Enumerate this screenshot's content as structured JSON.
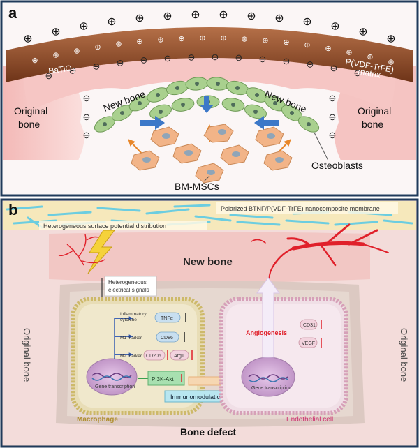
{
  "panel_a": {
    "label": "a",
    "batio3": "BaTiO",
    "batio3_sub": "3",
    "matrix_line1": "P(VDF-TrFE)",
    "matrix_line2": "matrix",
    "new_bone_left": "New bone",
    "new_bone_right": "New bone",
    "original_bone_left_1": "Original",
    "original_bone_left_2": "bone",
    "original_bone_right_1": "Original",
    "original_bone_right_2": "bone",
    "osteoblasts": "Osteoblasts",
    "bm_mscs": "BM-MSCs",
    "plus_symbol": "⊕",
    "minus_symbol": "⊖",
    "colors": {
      "membrane": "#8a4a26",
      "bone": "#f6c4c4",
      "cell": "#f2b488",
      "osteoblast": "#a9d08e",
      "arrow_blue": "#3c78c8",
      "arrow_orange": "#e8872a"
    }
  },
  "panel_b": {
    "label": "b",
    "membrane_title": "Polarized BTNF/P(VDF-TrFE) nanocomposite membrane",
    "surface_potential": "Heterogeneous surface potential distribution",
    "electrical_1": "Heterogeneous",
    "electrical_2": "electrical signals",
    "new_bone": "New bone",
    "original_bone_left": "Original bone",
    "original_bone_right": "Original bone",
    "inflammatory_1": "Inflammatory",
    "inflammatory_2": "cytokine",
    "tnfa": "TNFα",
    "m1_marker": "M1 marker",
    "cd86": "CD86",
    "m2_marker": "M2 marker",
    "cd206": "CD206",
    "arg1": "Arg1",
    "gene_transcription_left": "Gene transcription",
    "pi3k": "PI3K-Akt",
    "immunomodulation": "Immunomodulation",
    "angiogenesis": "Angiogenesis",
    "cd31": "CD31",
    "vegf": "VEGF",
    "gene_transcription_right": "Gene transcription",
    "macrophage": "Macrophage",
    "bone_defect": "Bone defect",
    "endothelial": "Endothelial cell",
    "colors": {
      "background": "#f6ecea",
      "membrane": "#f6e6b0",
      "fiber": "#6ccde0",
      "vessel": "#e0202a",
      "macrophage": "#e8ddb6",
      "endothelial": "#f0dfe6",
      "pi3k": "#a8e0b0",
      "immuno": "#b8e6f0"
    }
  }
}
